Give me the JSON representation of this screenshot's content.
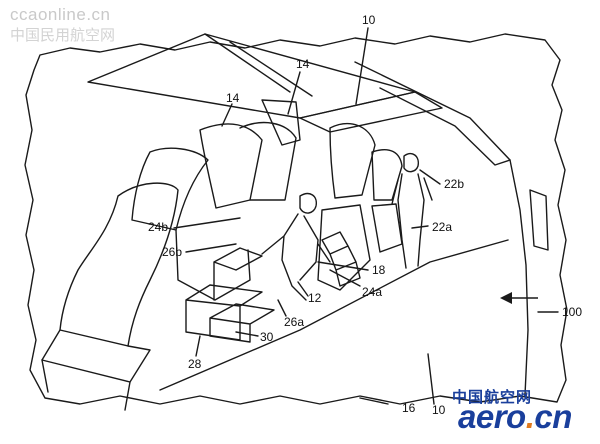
{
  "watermark": {
    "site": "ccaonline.cn",
    "site_cn": "中国民用航空网"
  },
  "logo": {
    "cn": "中国航空网",
    "en_prefix": "aero",
    "en_dot": ".",
    "en_suffix": "cn",
    "brand_color": "#1a3f9c",
    "dot_color": "#e07a1f"
  },
  "labels": {
    "ref_10_top": "10",
    "ref_14_left": "14",
    "ref_14_mid": "14",
    "ref_22b": "22b",
    "ref_22a": "22a",
    "ref_24b": "24b",
    "ref_26b": "26b",
    "ref_18": "18",
    "ref_24a": "24a",
    "ref_12": "12",
    "ref_26a": "26a",
    "ref_30": "30",
    "ref_28": "28",
    "ref_100": "100",
    "ref_16": "16",
    "ref_10_bottom": "10"
  },
  "icons": {
    "ref_arrow": "arrow-left-icon"
  }
}
